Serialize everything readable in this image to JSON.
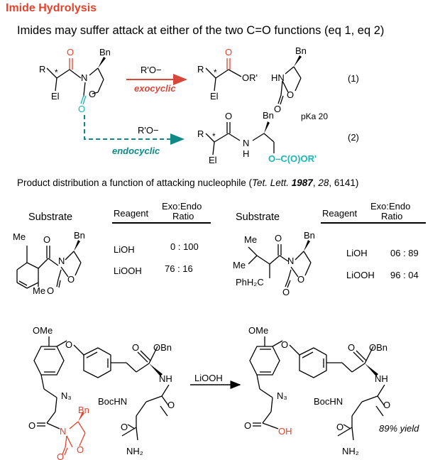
{
  "title": "Imide Hydrolysis",
  "intro": "Imides may suffer attack at either of the two C=O functions (eq 1, eq 2)",
  "colors": {
    "red": "#e8412a",
    "teal": "#19b9b5",
    "arrow_red": "#d9463a",
    "arrow_teal": "#0e8a86"
  },
  "scheme": {
    "reagent_top": "R'O−",
    "reagent_bottom": "R'O−",
    "exocyclic": "exocyclic",
    "endocyclic": "endocyclic",
    "eq1": "(1)",
    "eq2": "(2)",
    "pka": "pKa 20",
    "labels": {
      "R": "R",
      "El": "El",
      "Bn": "Bn",
      "N": "N",
      "O": "O",
      "HN": "HN",
      "H": "H",
      "ORp": "OR'",
      "ester_chain": "O–C(O)OR'",
      "star": "*"
    }
  },
  "reference": {
    "prefix": "Product distribution a function of attacking nucleophile (",
    "journal": "Tet. Lett.",
    "year": "1987",
    "volume": "28",
    "pages": ", 6141)"
  },
  "tables": [
    {
      "substrate_header": "Substrate",
      "reagent_header": "Reagent",
      "ratio_header_1": "Exo:Endo",
      "ratio_header_2": "Ratio",
      "rows": [
        {
          "reagent": "LiOH",
          "ratio": "0 : 100"
        },
        {
          "reagent": "LiOOH",
          "ratio": "76 : 16"
        }
      ],
      "atom_labels": {
        "Me1": "Me",
        "Me2": "Me",
        "O1": "O",
        "O2": "O",
        "O3": "O",
        "N": "N",
        "Bn": "Bn"
      }
    },
    {
      "substrate_header": "Substrate",
      "reagent_header": "Reagent",
      "ratio_header_1": "Exo:Endo",
      "ratio_header_2": "Ratio",
      "rows": [
        {
          "reagent": "LiOH",
          "ratio": "06 : 89"
        },
        {
          "reagent": "LiOOH",
          "ratio": "96 : 04"
        }
      ],
      "atom_labels": {
        "Me1": "Me",
        "Me2": "Me",
        "PhH2C": "PhH₂C",
        "O1": "O",
        "O2": "O",
        "O3": "O",
        "N": "N",
        "Bn": "Bn"
      }
    }
  ],
  "bottom": {
    "reagent": "LiOOH",
    "yield": "89% yield",
    "labels": {
      "OMe": "OMe",
      "O": "O",
      "OBn": "OBn",
      "NH": "NH",
      "N3": "N₃",
      "BocHN": "BocHN",
      "NH2": "NH₂",
      "Bn": "Bn",
      "N": "N",
      "OH": "OH"
    }
  }
}
